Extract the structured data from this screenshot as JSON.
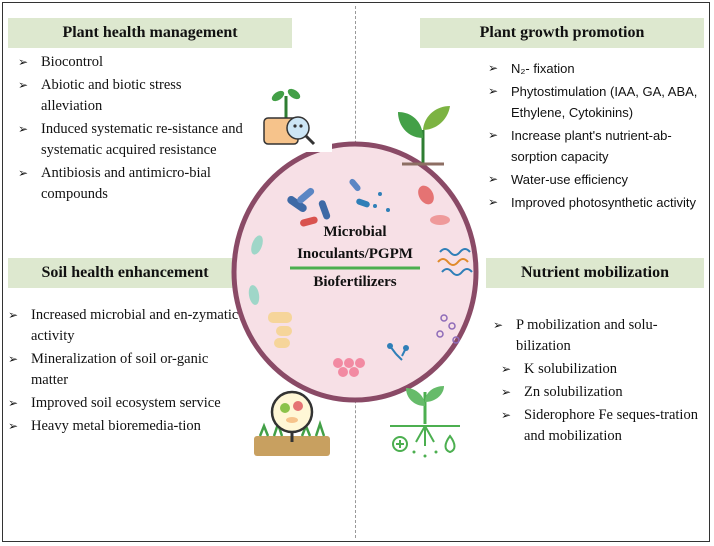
{
  "phm": {
    "title": "Plant health management",
    "items": [
      "Biocontrol",
      "Abiotic and biotic stress alleviation",
      "Induced systematic re-sistance and systematic acquired resistance",
      "Antibiosis and antimicro-bial compounds"
    ]
  },
  "pgp": {
    "title": "Plant growth promotion",
    "items": [
      "N₂- fixation",
      "Phytostimulation (IAA, GA, ABA, Ethylene, Cytokinins)",
      "Increase plant's nutrient-ab-sorption capacity",
      "Water-use efficiency",
      "Improved photosynthetic activity"
    ]
  },
  "she": {
    "title": "Soil health enhancement",
    "items": [
      "Increased microbial and en-zymatic activity",
      "Mineralization of soil or-ganic matter",
      "Improved soil ecosystem service",
      "Heavy metal bioremedia-tion"
    ]
  },
  "nm": {
    "title": "Nutrient mobilization",
    "items": [
      "P mobilization and solu-bilization",
      "K solubilization",
      "Zn solubilization",
      "Siderophore Fe seques-tration and mobilization"
    ]
  },
  "center": {
    "line1": "Microbial",
    "line2": "Inoculants/PGPM",
    "line3": "Biofertilizers"
  },
  "colors": {
    "header_bg": "#dde8cf",
    "circle_fill": "#f7e0e6",
    "circle_stroke": "#8a4a66",
    "accent_green": "#4caf50"
  }
}
